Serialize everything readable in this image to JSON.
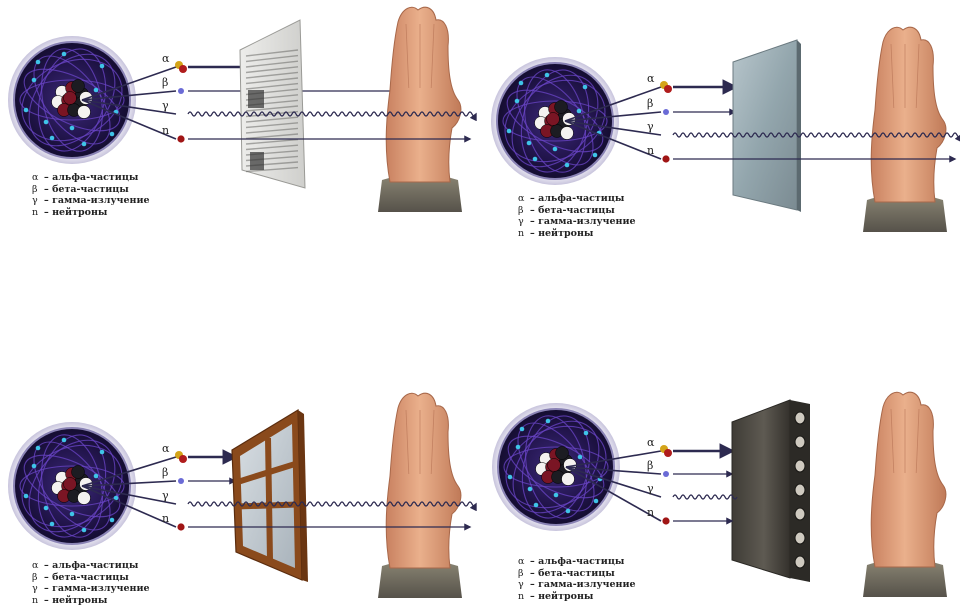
{
  "particles": [
    {
      "symbol": "α",
      "color": "#c79a16"
    },
    {
      "symbol": "β",
      "color": "#6b6bd6"
    },
    {
      "symbol": "γ",
      "color": "#333333"
    },
    {
      "symbol": "n",
      "color": "#a01515"
    }
  ],
  "legend": {
    "items": [
      {
        "symbol": "α",
        "dash": "–",
        "text": "альфа-частицы"
      },
      {
        "symbol": "β",
        "dash": "–",
        "text": "бета-частицы"
      },
      {
        "symbol": "γ",
        "dash": "–",
        "text": "гамма-излучение"
      },
      {
        "symbol": "n",
        "dash": "–",
        "text": "нейтроны"
      }
    ]
  },
  "panels": [
    {
      "barrier": "paper"
    },
    {
      "barrier": "metal-sheet"
    },
    {
      "barrier": "window"
    },
    {
      "barrier": "concrete-wall"
    }
  ],
  "colors": {
    "atom_outer": "#1d1440",
    "atom_glow": "#6b46c8",
    "arrow": "#2d2a50",
    "skin": "#e2a27a",
    "sleeve": "#6f6a5c",
    "wood": "#8a4a1c",
    "metal": "#9fb0b8",
    "concrete": "#4a4740"
  }
}
